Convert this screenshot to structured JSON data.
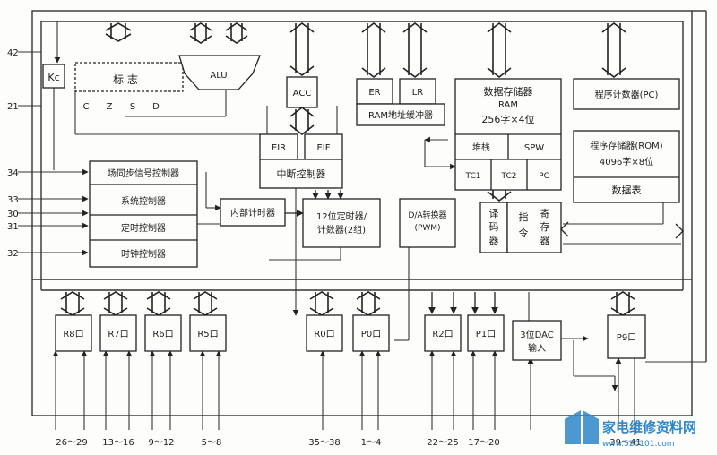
{
  "blocks": {
    "kc": "Kc",
    "flags_title": "标    志",
    "flag_c": "C",
    "flag_z": "Z",
    "flag_s": "S",
    "flag_d": "D",
    "alu": "ALU",
    "acc": "ACC",
    "er": "ER",
    "lr": "LR",
    "ram_addr_buffer": "RAM地址缓冲器",
    "data_mem_title": "数据存储器",
    "data_mem_ram": "RAM",
    "data_mem_size": "256字×4位",
    "stack": "堆栈",
    "spw": "SPW",
    "tc1": "TC1",
    "tc2": "TC2",
    "pc_reg": "PC",
    "pc_counter": "程序计数器(PC)",
    "rom_title": "程序存储器(ROM)",
    "rom_size": "4096字×8位",
    "data_table": "数据表",
    "eir": "EIR",
    "eif": "EIF",
    "interrupt_ctrl": "中断控制器",
    "reset_sig_ctrl": "场同步信号控制器",
    "system_ctrl": "系统控制器",
    "standby_ctrl": "定时控制器",
    "clock_ctrl": "时钟控制器",
    "internal_timer": "内部计时器",
    "timer12_l1": "12位定时器/",
    "timer12_l2": "计数器(2组)",
    "da_l1": "D/A转换器",
    "da_l2": "(PWM)",
    "decoder": "译码器",
    "instr_reg": "指令寄存器",
    "r8": "R8口",
    "r7": "R7口",
    "r6": "R6口",
    "r5": "R5口",
    "r0": "R0口",
    "p0": "P0口",
    "r2": "R2口",
    "p1": "P1口",
    "dac3_l1": "3位DAC",
    "dac3_l2": "输入",
    "p9": "P9口"
  },
  "pins_left": [
    "42",
    "21",
    "34",
    "33",
    "30",
    "31",
    "32"
  ],
  "pins_bottom": [
    "26～29",
    "13～16",
    "9～12",
    "5～8",
    "35～38",
    "1～4",
    "22～25",
    "17～20",
    "39～41"
  ],
  "watermark": {
    "title": "家电维修资料网",
    "url": "www.520101.com"
  }
}
